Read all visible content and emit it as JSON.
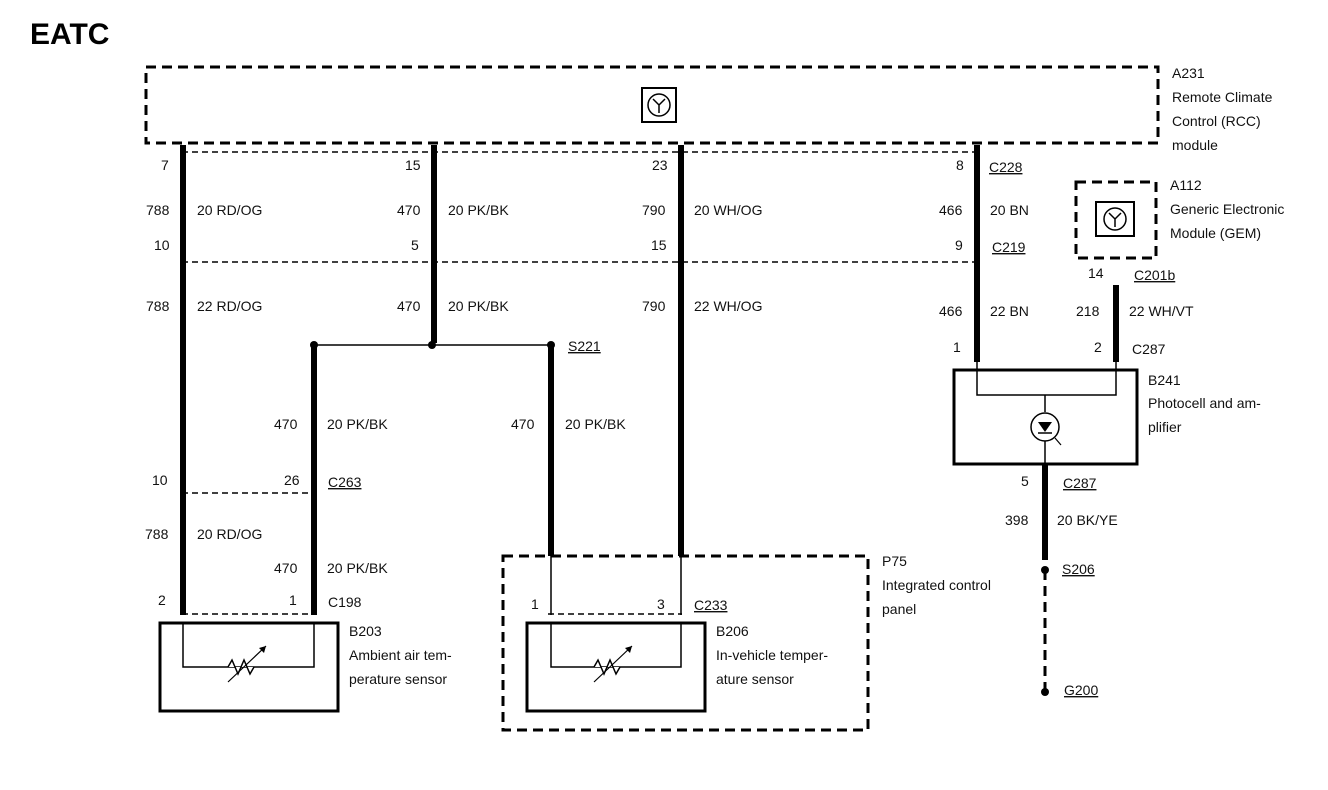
{
  "title": "EATC",
  "modules": {
    "a231": {
      "id": "A231",
      "line1": "Remote Climate",
      "line2": "Control (RCC)",
      "line3": "module"
    },
    "a112": {
      "id": "A112",
      "line1": "Generic Electronic",
      "line2": "Module (GEM)"
    },
    "b241": {
      "id": "B241",
      "line1": "Photocell and am-",
      "line2": "plifier"
    },
    "p75": {
      "id": "P75",
      "line1": "Integrated control",
      "line2": "panel"
    },
    "b203": {
      "id": "B203",
      "line1": "Ambient air tem-",
      "line2": "perature sensor"
    },
    "b206": {
      "id": "B206",
      "line1": "In-vehicle temper-",
      "line2": "ature sensor"
    }
  },
  "connectors": {
    "c228": "C228",
    "c219": "C219",
    "c201b": "C201b",
    "c287a": "C287",
    "c287b": "C287",
    "c263": "C263",
    "c198": "C198",
    "c233": "C233"
  },
  "splices": {
    "s221": "S221",
    "s206": "S206",
    "g200": "G200"
  },
  "pins": {
    "p7": "7",
    "p15a": "15",
    "p23": "23",
    "p8": "8",
    "p10a": "10",
    "p5": "5",
    "p15b": "15",
    "p9": "9",
    "p14": "14",
    "p1a": "1",
    "p2a": "2",
    "p5b": "5",
    "p10b": "10",
    "p26": "26",
    "p2b": "2",
    "p1b": "1",
    "p1c": "1",
    "p3": "3"
  },
  "circuits": {
    "w1": {
      "num": "788",
      "label": "20 RD/OG"
    },
    "w2": {
      "num": "470",
      "label": "20 PK/BK"
    },
    "w3": {
      "num": "790",
      "label": "20 WH/OG"
    },
    "w4": {
      "num": "466",
      "label": "20 BN"
    },
    "w5": {
      "num": "788",
      "label": "22 RD/OG"
    },
    "w6": {
      "num": "470",
      "label": "20 PK/BK"
    },
    "w7": {
      "num": "790",
      "label": "22 WH/OG"
    },
    "w8": {
      "num": "466",
      "label": "22 BN"
    },
    "w9": {
      "num": "218",
      "label": "22 WH/VT"
    },
    "w10": {
      "num": "470",
      "label": "20 PK/BK"
    },
    "w11": {
      "num": "470",
      "label": "20 PK/BK"
    },
    "w12": {
      "num": "788",
      "label": "20 RD/OG"
    },
    "w13": {
      "num": "470",
      "label": "20 PK/BK"
    },
    "w14": {
      "num": "398",
      "label": "20 BK/YE"
    }
  }
}
